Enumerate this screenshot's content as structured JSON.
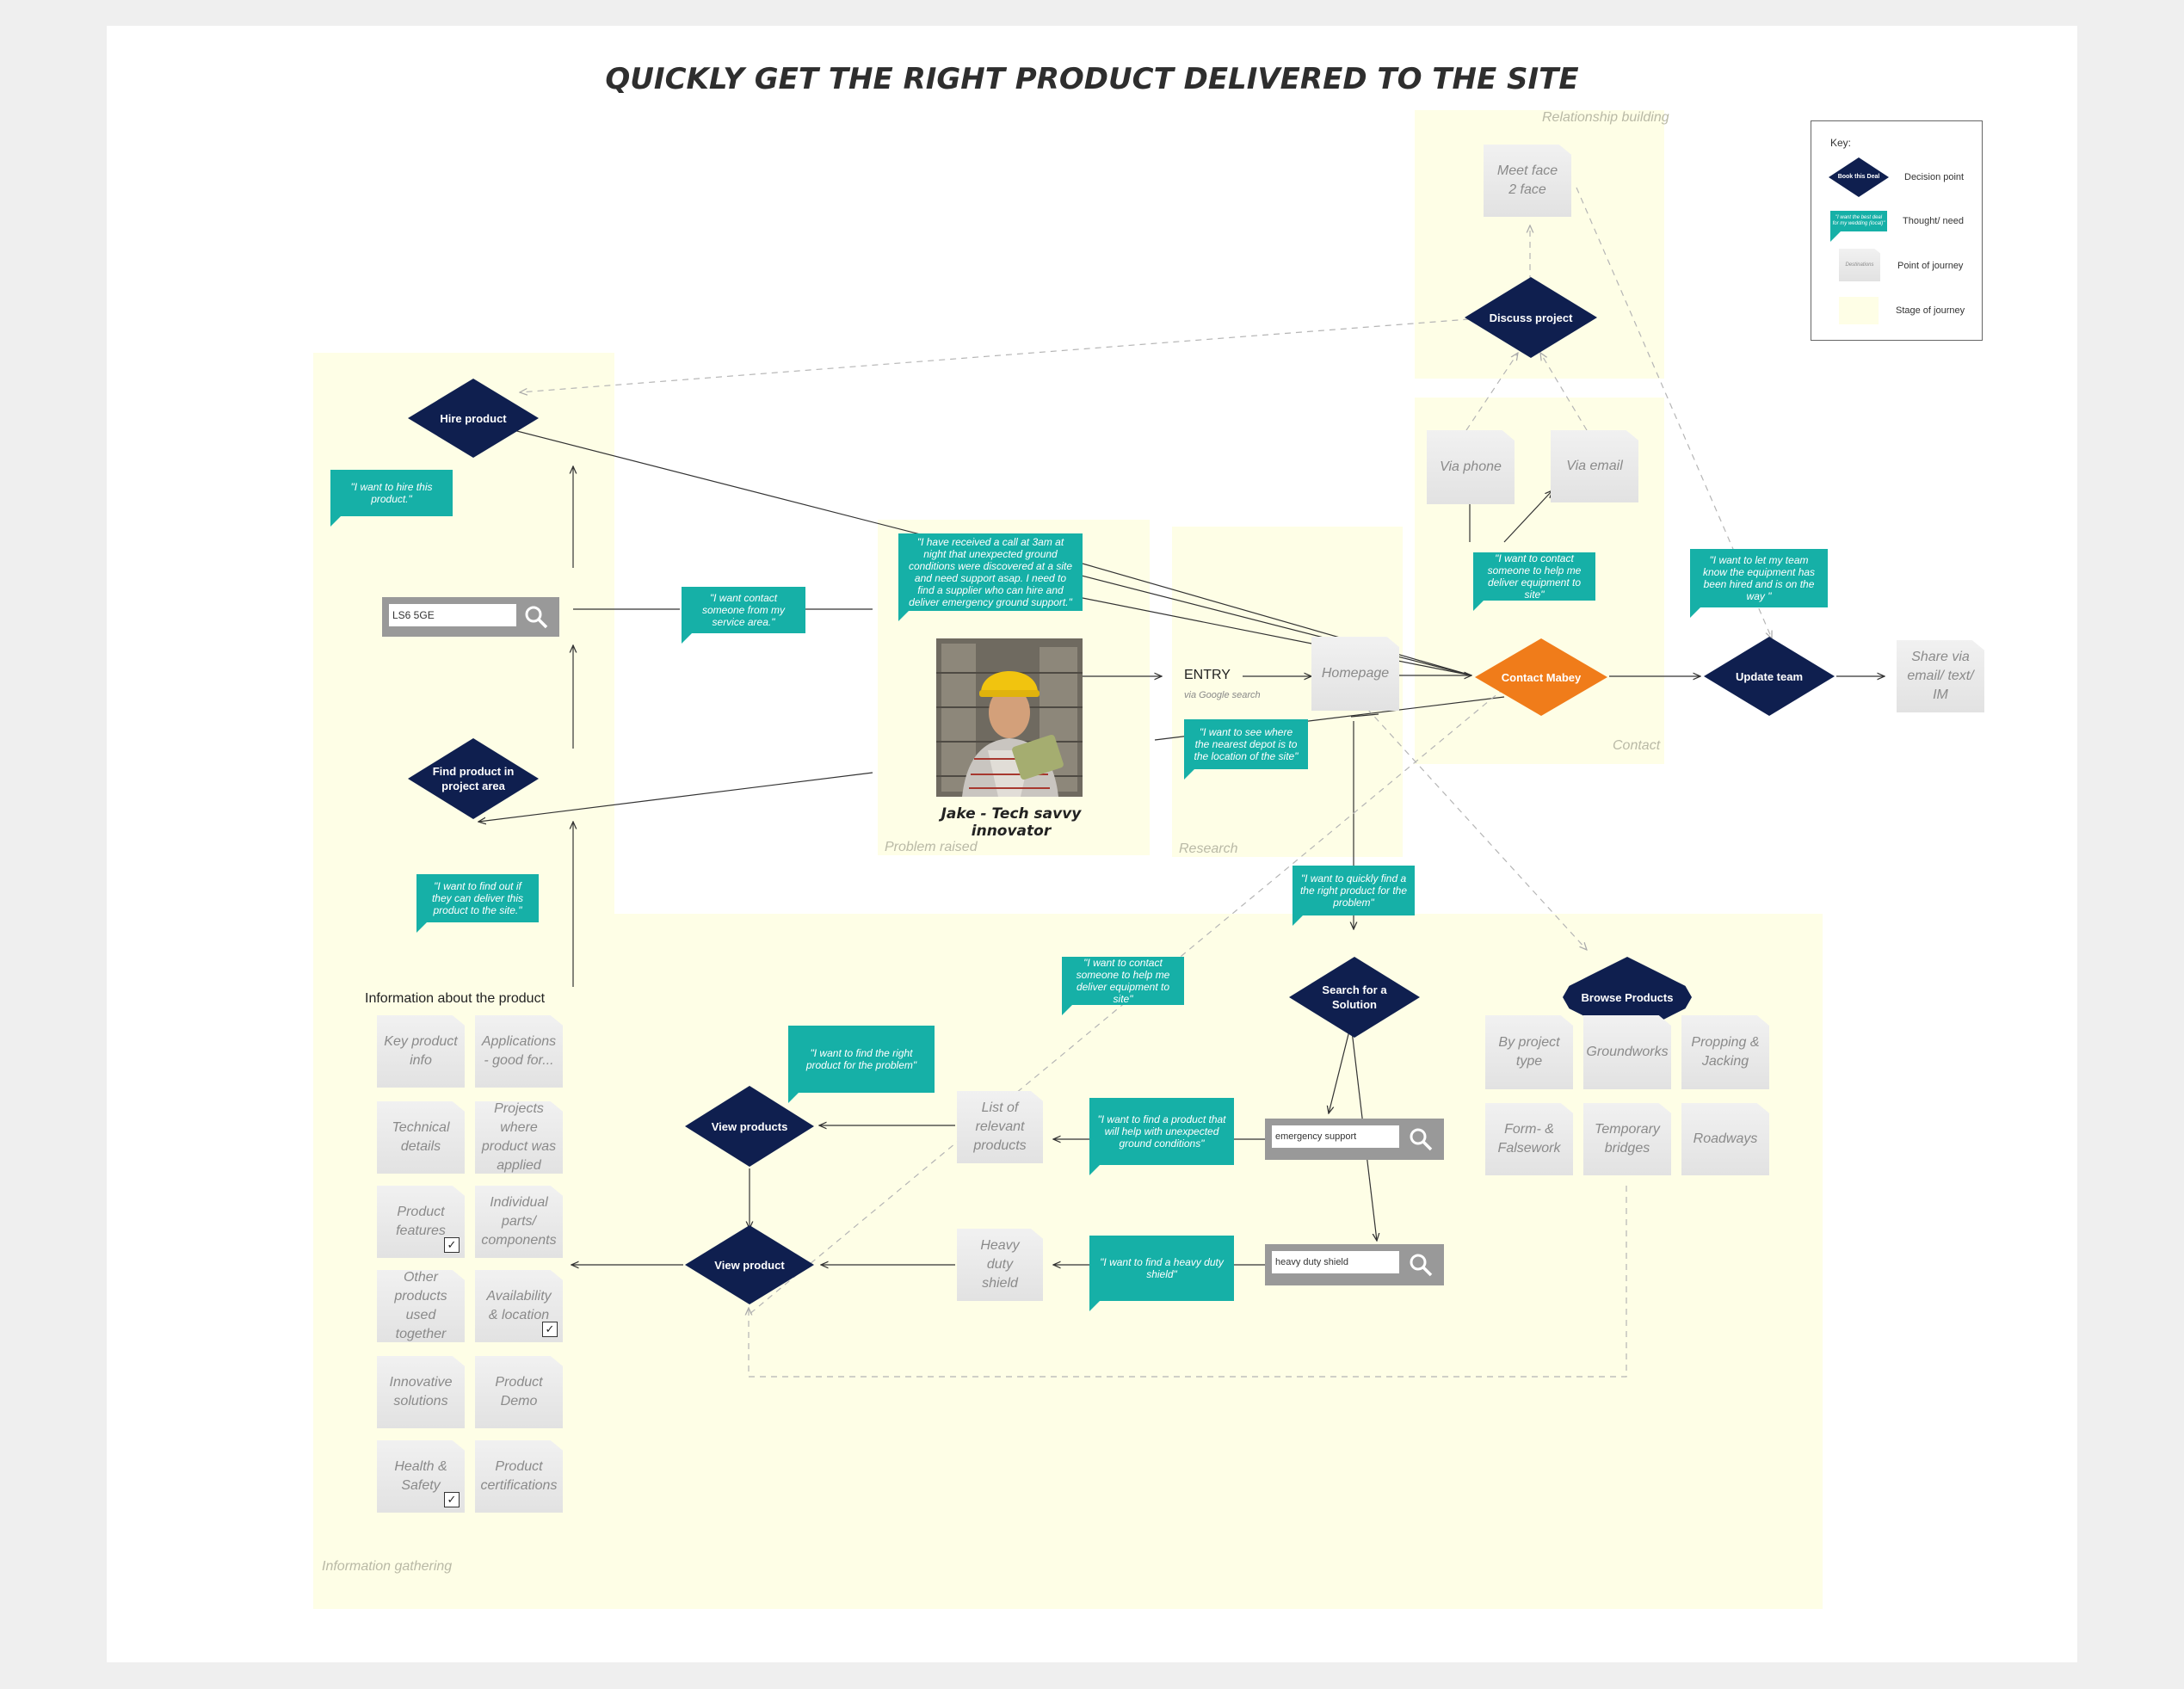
{
  "title": "QUICKLY GET THE RIGHT PRODUCT DELIVERED TO THE SITE",
  "stages": {
    "relationship": "Relationship building",
    "contact": "Contact",
    "research": "Research",
    "problem": "Problem raised",
    "information": "Information gathering"
  },
  "key": {
    "heading": "Key:",
    "items": [
      {
        "sample": "Book this Deal",
        "label": "Decision point"
      },
      {
        "sample": "\"I want the best deal for my wedding (local)\"",
        "label": "Thought/ need"
      },
      {
        "sample": "Destinations",
        "label": "Point of journey"
      },
      {
        "sample": "",
        "label": "Stage of journey"
      }
    ]
  },
  "decisions": {
    "hire_product": "Hire product",
    "find_product": "Find product in project area",
    "discuss_project": "Discuss project",
    "contact_mabey": "Contact Mabey",
    "update_team": "Update team",
    "search_solution": "Search for a Solution",
    "browse_products": "Browse Products",
    "view_products": "View products",
    "view_product": "View product"
  },
  "points": {
    "meet_face": "Meet face 2 face",
    "via_phone": "Via phone",
    "via_email": "Via email",
    "homepage": "Homepage",
    "share": "Share via email/ text/ IM",
    "list_products": "List of relevant products",
    "heavy_shield": "Heavy duty shield",
    "browse": [
      "By project type",
      "Groundworks",
      "Propping & Jacking",
      "Form- & Falsework",
      "Temporary bridges",
      "Roadways"
    ],
    "info": [
      "Key product info",
      "Applications - good for...",
      "Technical details",
      "Projects where product was applied",
      "Product features",
      "Individual parts/ components",
      "Other products used together",
      "Availability & location",
      "Innovative solutions",
      "Product Demo",
      "Health & Safety",
      "Product certifications"
    ]
  },
  "thoughts": {
    "hire": "\"I want to hire this product.\"",
    "contact_service": "\"I want contact someone from my service area.\"",
    "received_call": "\"I have received a call at 3am at night that unexpected ground conditions were discovered at a site and need support asap. I need to find a supplier who can hire and deliver emergency ground support.\"",
    "contact_deliver": "\"I want to contact someone to help me deliver equipment to site\"",
    "let_team_know": "\"I want to let my team know the equipment has been hired and is on the way \"",
    "nearest_depot": "\"I want to see where the nearest depot is to the location of the site\"",
    "find_out": "\"I want to find out if they can deliver this product to the site.\"",
    "quickly_find": "\"I want to quickly find a the right product for the problem\"",
    "contact_deliver2": "\"I want to contact someone to help me deliver equipment to site\"",
    "right_product": "\"I want to find the right product for the problem\"",
    "find_ground": "\"I want to find a product that will help with unexpected ground conditions\"",
    "find_shield": "\"I want to find a heavy duty shield\""
  },
  "searches": {
    "postcode": "LS6 5GE",
    "emergency": "emergency support",
    "shield": "heavy duty shield"
  },
  "entry": {
    "label": "ENTRY",
    "sub": "via Google search"
  },
  "persona": "Jake - Tech savvy innovator",
  "info_heading": "Information about the product",
  "colors": {
    "decision": "#0f1f4f",
    "contact": "#f07c1a",
    "thought": "#16b0a7",
    "stage": "#fefee6"
  }
}
